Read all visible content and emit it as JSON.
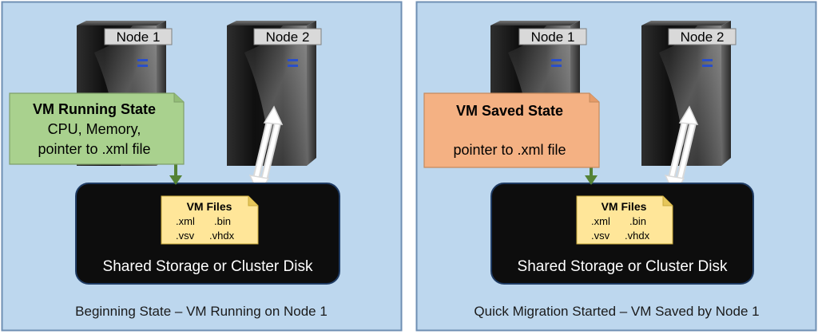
{
  "panels": [
    {
      "node1_label": "Node 1",
      "node2_label": "Node 2",
      "state_title": "VM Running State",
      "state_line1": "CPU, Memory,",
      "state_line2": "pointer to .xml file",
      "files_title": "VM Files",
      "file_xml": ".xml",
      "file_bin": ".bin",
      "file_vsv": ".vsv",
      "file_vhdx": ".vhdx",
      "storage_label": "Shared Storage or Cluster Disk",
      "caption": "Beginning State – VM Running on Node 1"
    },
    {
      "node1_label": "Node 1",
      "node2_label": "Node 2",
      "state_title": "VM Saved State",
      "state_line1": "pointer to .xml file",
      "files_title": "VM Files",
      "file_xml": ".xml",
      "file_bin": ".bin",
      "file_vsv": ".vsv",
      "file_vhdx": ".vhdx",
      "storage_label": "Shared Storage or Cluster Disk",
      "caption": "Quick Migration Started – VM Saved by Node 1"
    }
  ],
  "colors": {
    "panel_bg": "#bdd7ee",
    "panel_border": "#6f8fb3",
    "running_state": "#a9d18e",
    "saved_state": "#f4b183",
    "files_note": "#ffe699",
    "storage_bg": "#0d0d0d",
    "arrow_green": "#548235"
  },
  "icons": [
    "server-tower-icon",
    "document-note-icon",
    "bidirectional-arrow-icon"
  ]
}
